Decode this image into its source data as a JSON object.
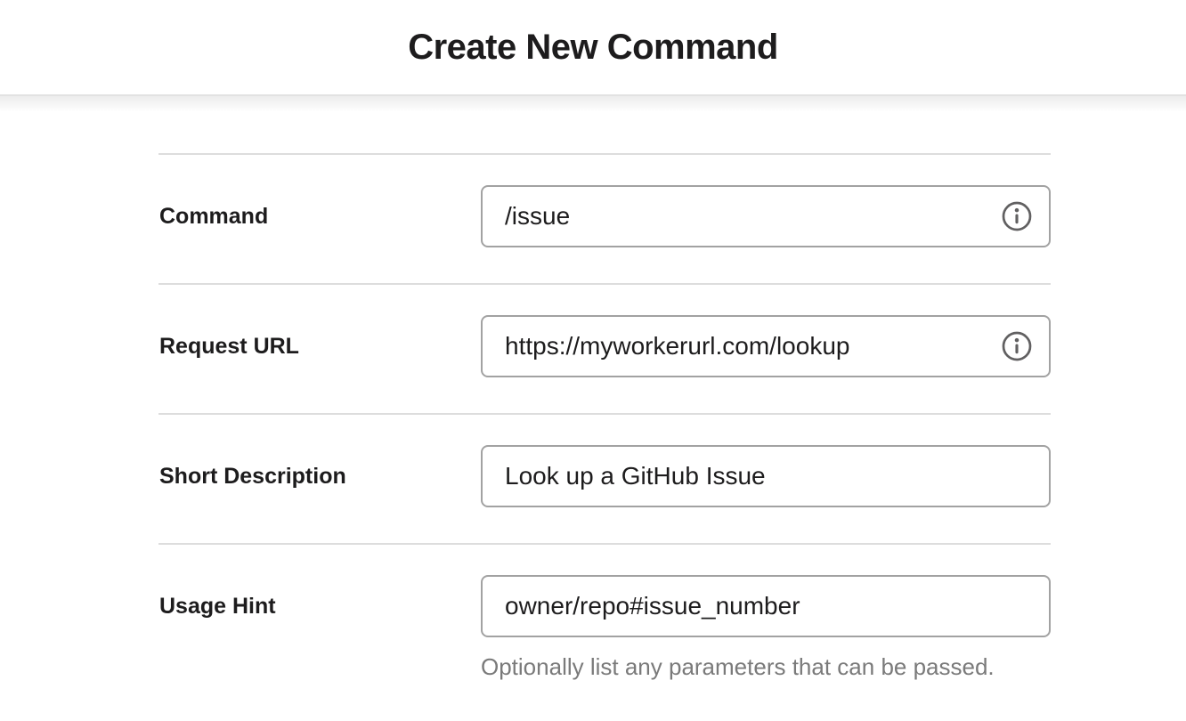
{
  "header": {
    "title": "Create New Command"
  },
  "form": {
    "fields": [
      {
        "label": "Command",
        "value": "/issue",
        "info_icon": true
      },
      {
        "label": "Request URL",
        "value": "https://myworkerurl.com/lookup",
        "info_icon": true
      },
      {
        "label": "Short Description",
        "value": "Look up a GitHub Issue",
        "info_icon": false
      },
      {
        "label": "Usage Hint",
        "value": "owner/repo#issue_number",
        "info_icon": false,
        "help_text": "Optionally list any parameters that can be passed."
      }
    ]
  },
  "icons": {
    "info": "info-icon"
  },
  "colors": {
    "text_primary": "#1d1c1d",
    "text_secondary": "#7a7a7a",
    "input_border": "#a2a2a2",
    "divider": "#dddddd",
    "icon_gray": "#616061",
    "header_border": "#e2e2e2",
    "background": "#ffffff"
  }
}
